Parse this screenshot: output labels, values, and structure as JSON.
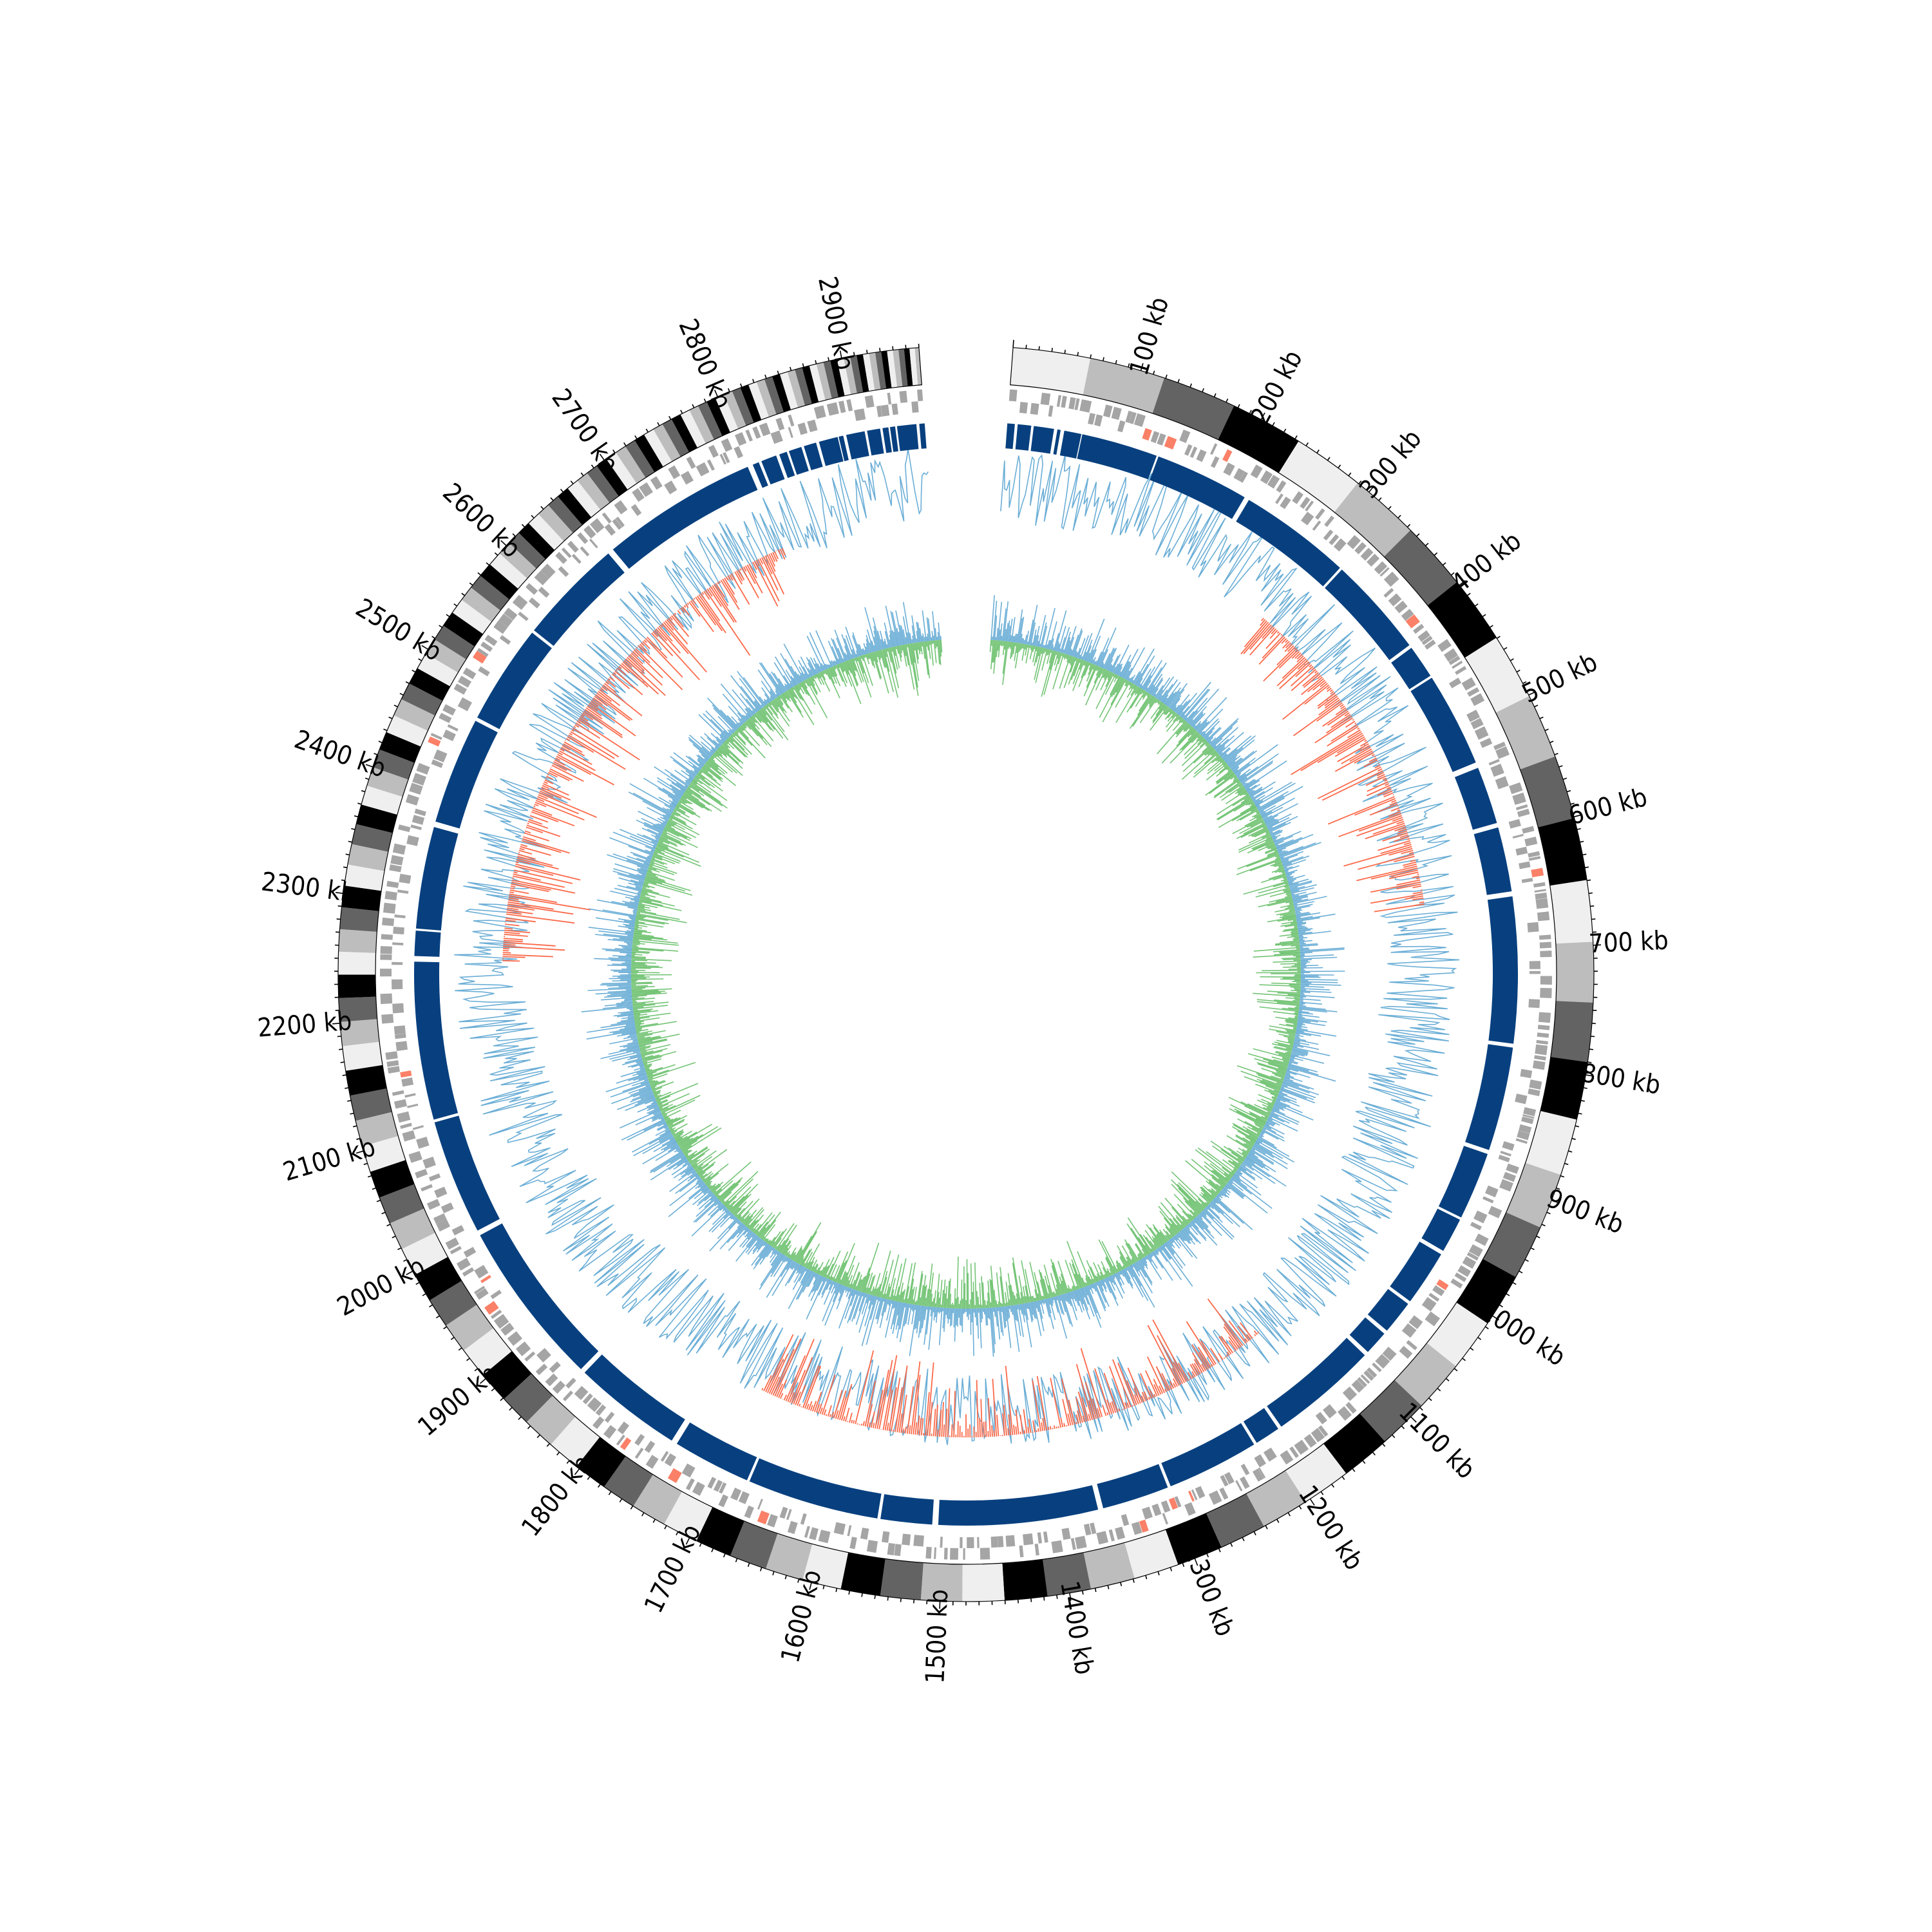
{
  "genome": {
    "length_kb": 2960,
    "label_step_kb": 100,
    "minor_tick_step_kb": 10
  },
  "axis": {
    "tick_labels": [
      "100 kb",
      "200 kb",
      "300 kb",
      "400 kb",
      "500 kb",
      "600 kb",
      "700 kb",
      "800 kb",
      "900 kb",
      "1000 kb",
      "1100 kb",
      "1200 kb",
      "1300 kb",
      "1400 kb",
      "1500 kb",
      "1600 kb",
      "1700 kb",
      "1800 kb",
      "1900 kb",
      "2000 kb",
      "2100 kb",
      "2200 kb",
      "2300 kb",
      "2400 kb",
      "2500 kb",
      "2600 kb",
      "2700 kb",
      "2800 kb",
      "2900 kb"
    ]
  },
  "tracks": [
    {
      "name": "ideogram-bands",
      "type": "band",
      "colors": [
        "#efefef",
        "#bdbdbd",
        "#636363",
        "#000000"
      ],
      "band_kb_at_start": 60,
      "band_kb_at_end": 4
    },
    {
      "name": "feature-ticks",
      "type": "feature",
      "colors": [
        "#a5a5a5",
        "#fb8068"
      ]
    },
    {
      "name": "gene-blocks",
      "type": "block",
      "color": "#08407f"
    },
    {
      "name": "gc-skew",
      "type": "signal",
      "positive_color": "#6baed6",
      "positive_fill": "#9ecae1",
      "negative_color": "#fb6a4a"
    },
    {
      "name": "gc-content",
      "type": "signal",
      "positive_color": "#6baed6",
      "negative_color": "#74c476"
    }
  ],
  "colors": {
    "background": "#ffffff",
    "axis_line": "#000000",
    "tick_text": "#000000"
  }
}
